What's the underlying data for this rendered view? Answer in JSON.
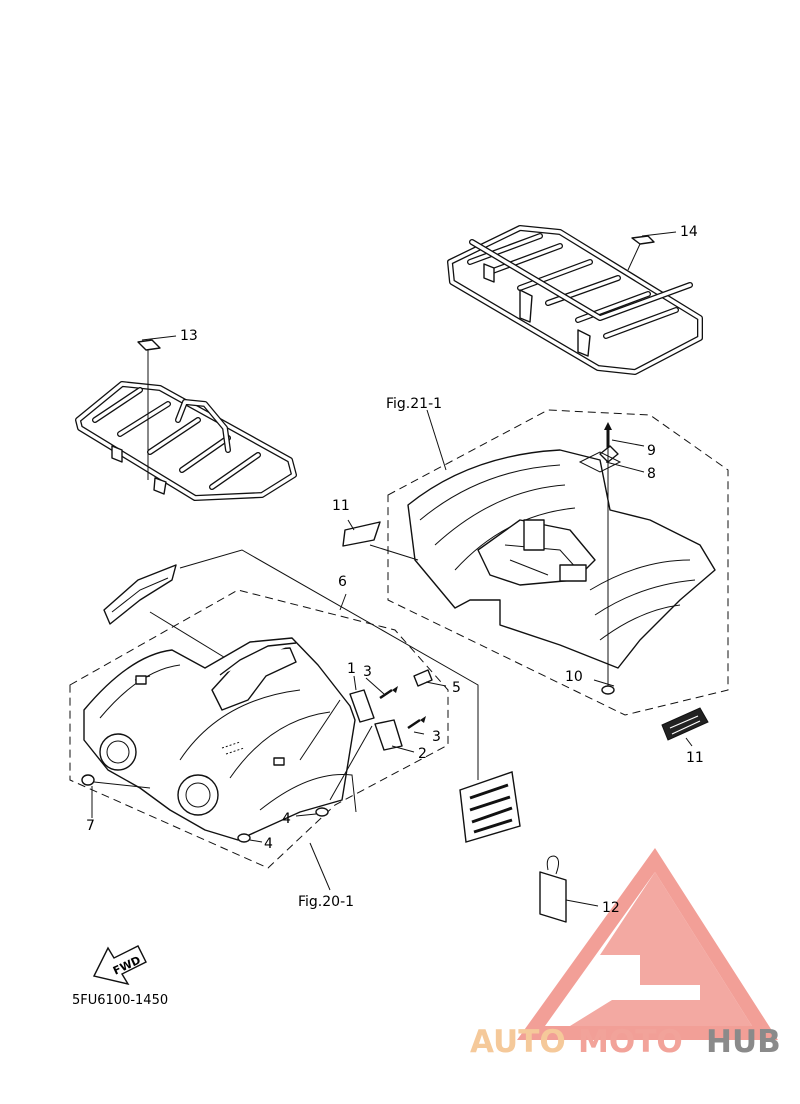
{
  "callouts": {
    "n1": "1",
    "n2": "2",
    "n3a": "3",
    "n3b": "3",
    "n4a": "4",
    "n4b": "4",
    "n5": "5",
    "n6": "6",
    "n7": "7",
    "n8": "8",
    "n9": "9",
    "n10": "10",
    "n11a": "11",
    "n11b": "11",
    "n12": "12",
    "n13": "13",
    "n14": "14"
  },
  "figures": {
    "rear_fender": "Fig.21-1",
    "front_fender": "Fig.20-1"
  },
  "fwd_label": "FWD",
  "diagram_code": "5FU6100-1450",
  "watermark": {
    "part1": "AUTO",
    "part2": "MOTO",
    "part3": "HUB",
    "colors": {
      "auto": "#f5c99a",
      "moto": "#f2a39a",
      "hub": "#8a8a8a",
      "triangle": "#f08f86"
    }
  }
}
